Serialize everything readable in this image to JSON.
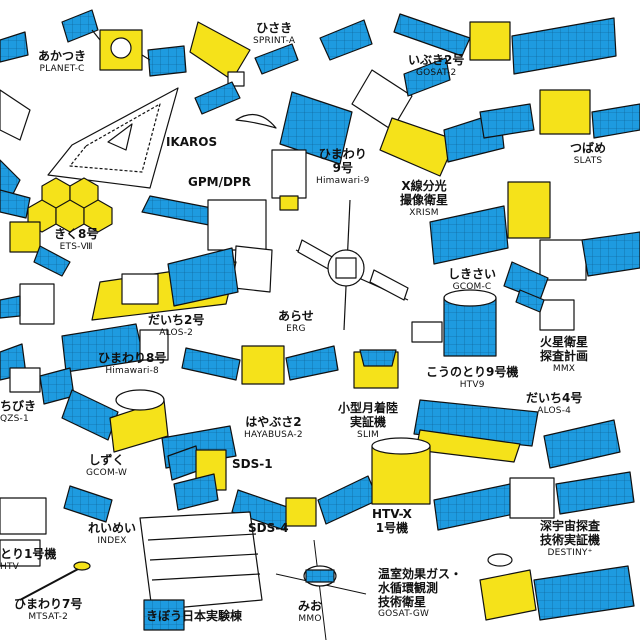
{
  "colors": {
    "panel": "#1e9be0",
    "body": "#f5e21a",
    "outline": "#111111",
    "white": "#ffffff"
  },
  "satellites": [
    {
      "jp": "あかつき",
      "en": "PLANET-C"
    },
    {
      "jp": "ひさき",
      "en": "SPRINT-A"
    },
    {
      "jp": "いぶき2号",
      "en": "GOSAT-2"
    },
    {
      "jp": "IKAROS",
      "en": ""
    },
    {
      "jp": "つばめ",
      "en": "SLATS"
    },
    {
      "jp": "ひまわり",
      "jp2": "9号",
      "en": "Himawari-9"
    },
    {
      "jp": "X線分光",
      "jp2": "撮像衛星",
      "en": "XRISM"
    },
    {
      "jp": "GPM/DPR",
      "en": ""
    },
    {
      "jp": "きく8号",
      "en": "ETS-Ⅷ"
    },
    {
      "jp": "しきさい",
      "en": "GCOM-C"
    },
    {
      "jp": "だいち2号",
      "en": "ALOS-2"
    },
    {
      "jp": "あらせ",
      "en": "ERG"
    },
    {
      "jp": "火星衛星",
      "jp2": "探査計画",
      "en": "MMX"
    },
    {
      "jp": "ひまわり8号",
      "en": "Himawari-8"
    },
    {
      "jp": "こうのとり9号機",
      "en": "HTV9"
    },
    {
      "jp": "ちびき",
      "en": "QZS-1"
    },
    {
      "jp": "だいち4号",
      "en": "ALOS-4"
    },
    {
      "jp": "小型月着陸",
      "jp2": "実証機",
      "en": "SLIM"
    },
    {
      "jp": "はやぶさ2",
      "en": "HAYABUSA-2"
    },
    {
      "jp": "しずく",
      "en": "GCOM-W"
    },
    {
      "jp": "SDS-1",
      "en": ""
    },
    {
      "jp": "れいめい",
      "en": "INDEX"
    },
    {
      "jp": "HTV-X",
      "jp2": "1号機",
      "en": ""
    },
    {
      "jp": "深宇宙探査",
      "jp2": "技術実証機",
      "en": "DESTINY⁺"
    },
    {
      "jp": "SDS-4",
      "en": ""
    },
    {
      "jp": "とり1号機",
      "en": "HTV"
    },
    {
      "jp": "ひまわり7号",
      "en": "MTSAT-2"
    },
    {
      "jp": "みお",
      "en": "MMO"
    },
    {
      "jp": "きぼう日本実験棟",
      "en": ""
    },
    {
      "jp": "温室効果ガス・",
      "jp2": "水循環観測",
      "jp3": "技術衛星",
      "en": "GOSAT-GW"
    }
  ]
}
